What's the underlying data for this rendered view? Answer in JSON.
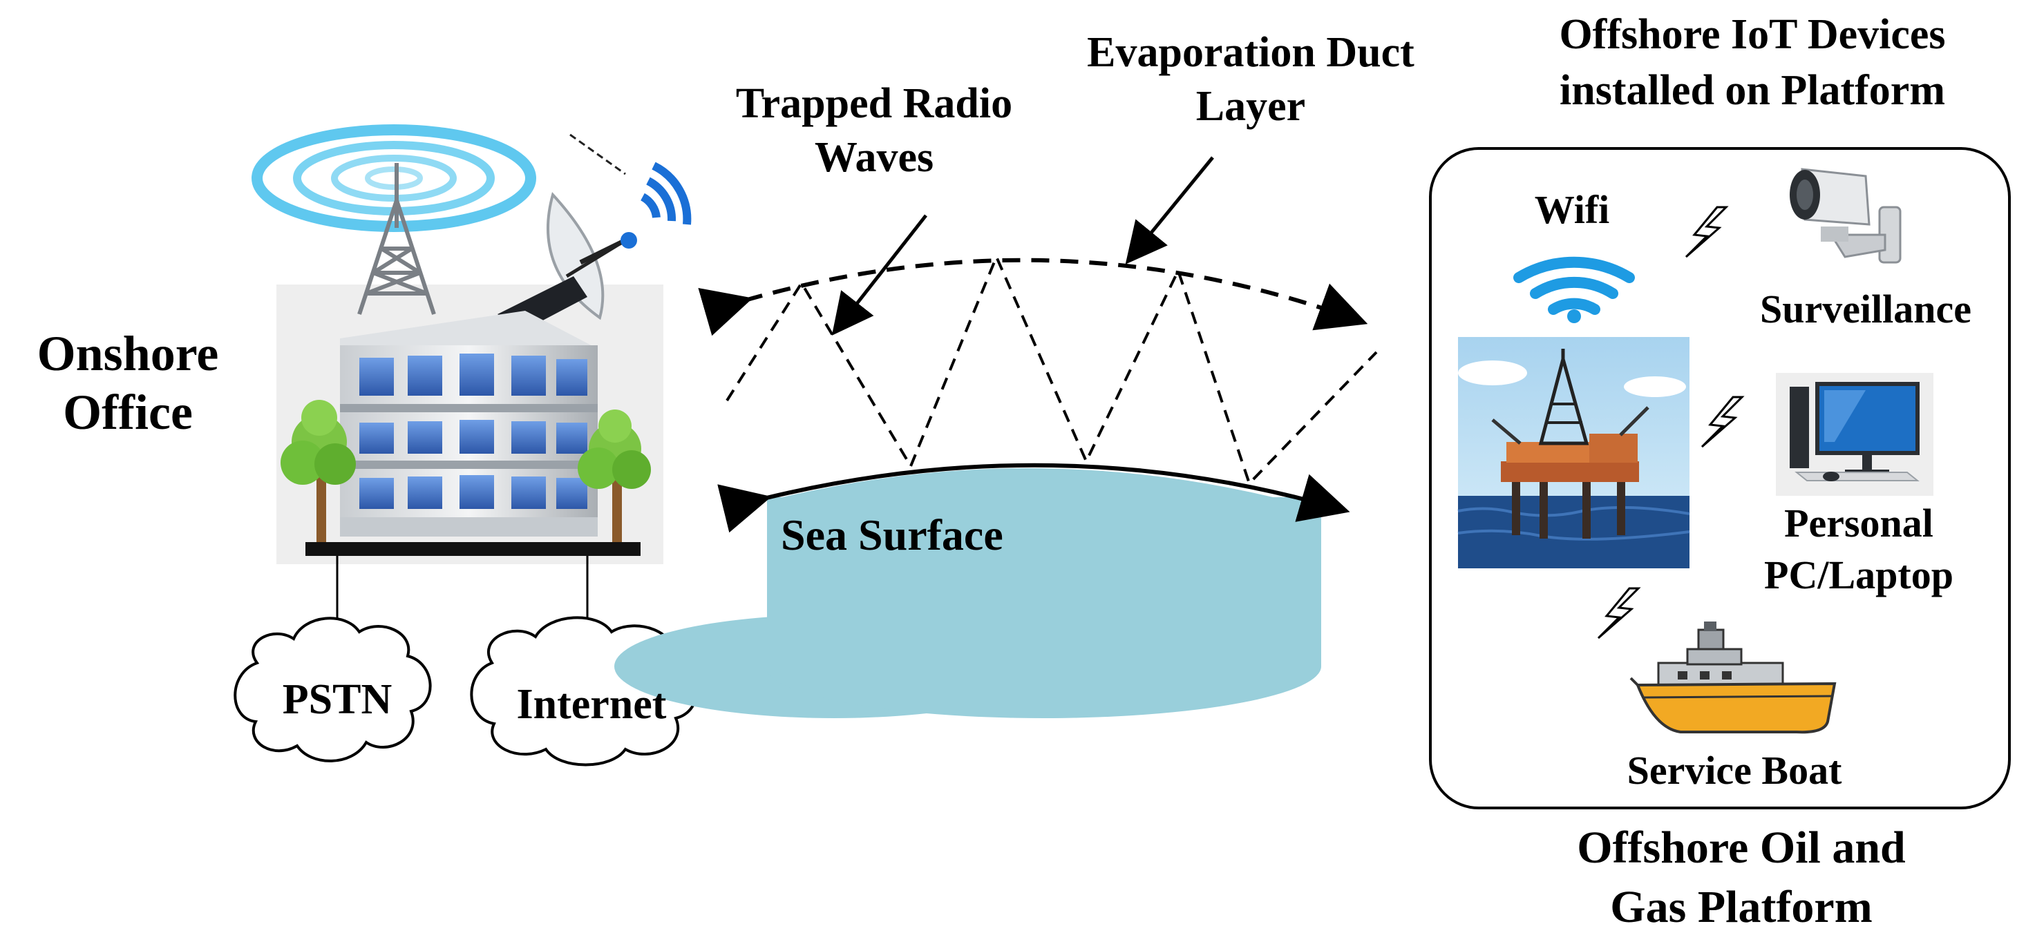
{
  "onshore": {
    "title_lines": [
      "Onshore",
      "Office"
    ],
    "clouds": [
      "PSTN",
      "Internet"
    ]
  },
  "propagation": {
    "trapped_label_lines": [
      "Trapped Radio",
      "Waves"
    ],
    "duct_label_lines": [
      "Evaporation Duct",
      "Layer"
    ],
    "sea_label": "Sea Surface"
  },
  "offshore": {
    "top_label_lines": [
      "Offshore IoT Devices",
      "installed on Platform"
    ],
    "bottom_label_lines": [
      "Offshore Oil and",
      "Gas Platform"
    ],
    "devices": {
      "wifi": "Wifi",
      "surveillance": "Surveillance",
      "pc_lines": [
        "Personal",
        "PC/Laptop"
      ],
      "boat": "Service Boat"
    }
  },
  "colors": {
    "sea": "#99cfdb",
    "wifi_blue": "#1e9be3",
    "building_window": "#3f6fc0",
    "tree_green": "#6fbf3a",
    "boat_hull": "#f2a923",
    "ocean": "#1f4d8a"
  }
}
